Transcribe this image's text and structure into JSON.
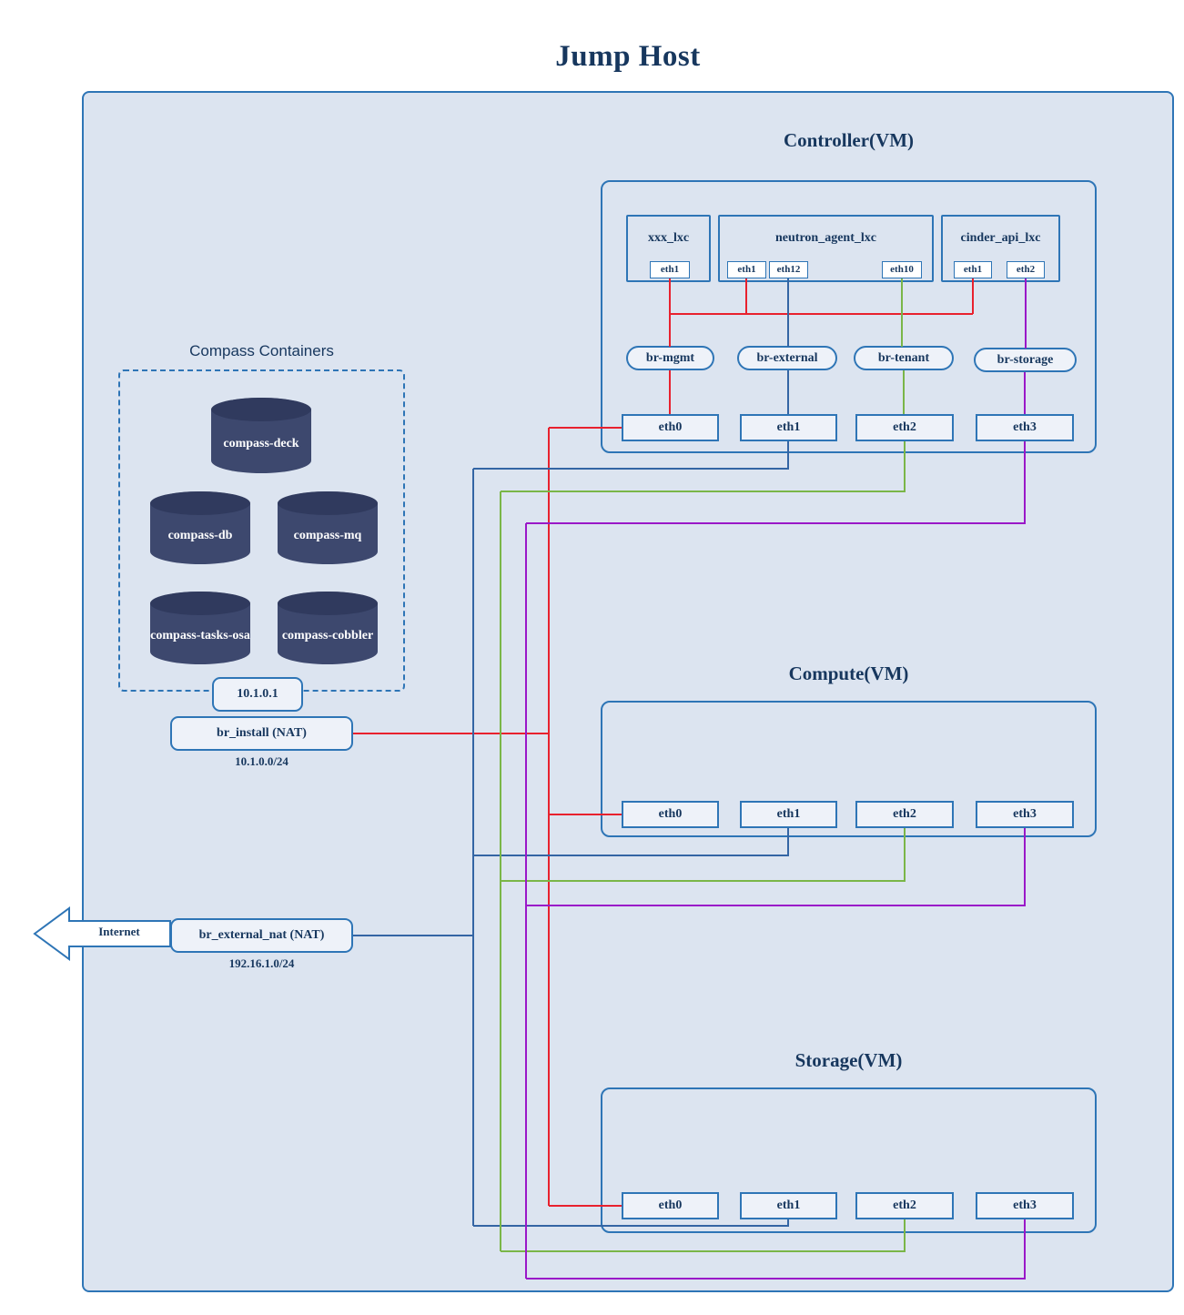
{
  "title": "Jump Host",
  "colors": {
    "mgmt": "#e8212e",
    "external": "#3465a4",
    "tenant": "#7ab648",
    "storage": "#9a18c8"
  },
  "compass": {
    "label": "Compass Containers",
    "containers": [
      "compass-deck",
      "compass-db",
      "compass-mq",
      "compass-tasks-osa",
      "compass-cobbler"
    ]
  },
  "controller": {
    "label": "Controller(VM)",
    "lxc": [
      {
        "name": "xxx_lxc",
        "ports": [
          "eth1"
        ]
      },
      {
        "name": "neutron_agent_lxc",
        "ports": [
          "eth1",
          "eth12",
          "eth10"
        ]
      },
      {
        "name": "cinder_api_lxc",
        "ports": [
          "eth1",
          "eth2"
        ]
      }
    ],
    "bridges": [
      "br-mgmt",
      "br-external",
      "br-tenant",
      "br-storage"
    ],
    "nics": [
      "eth0",
      "eth1",
      "eth2",
      "eth3"
    ]
  },
  "compute": {
    "label": "Compute(VM)",
    "nics": [
      "eth0",
      "eth1",
      "eth2",
      "eth3"
    ]
  },
  "storage_vm": {
    "label": "Storage(VM)",
    "nics": [
      "eth0",
      "eth1",
      "eth2",
      "eth3"
    ]
  },
  "install_net": {
    "gateway": "10.1.0.1",
    "bridge": "br_install (NAT)",
    "cidr": "10.1.0.0/24"
  },
  "external_net": {
    "internet": "Internet",
    "bridge": "br_external_nat (NAT)",
    "cidr": "192.16.1.0/24"
  }
}
